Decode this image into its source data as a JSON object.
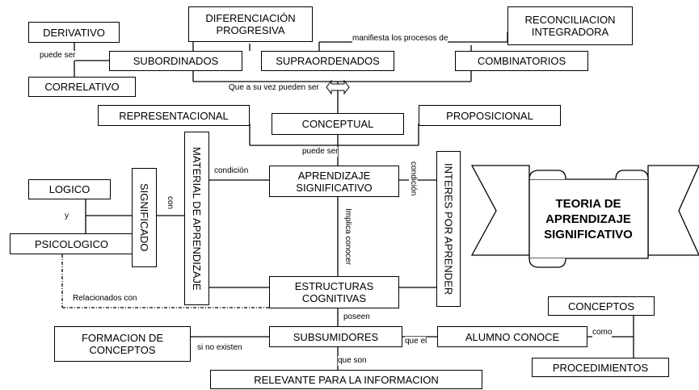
{
  "nodes": {
    "diferenciacion": "DIFERENCIACIÓN\nPROGRESIVA",
    "reconciliacion": "RECONCILIACION\nINTEGRADORA",
    "derivativo": "DERIVATIVO",
    "correlativo": "CORRELATIVO",
    "subordinados": "SUBORDINADOS",
    "supraordenados": "SUPRAORDENADOS",
    "combinatorios": "COMBINATORIOS",
    "representacional": "REPRESENTACIONAL",
    "conceptual": "CONCEPTUAL",
    "proposicional": "PROPOSICIONAL",
    "logico": "LOGICO",
    "psicologico": "PSICOLOGICO",
    "significado": "SIGNIFICADO",
    "material": "MATERIAL DE APRENDIZAJE",
    "aprendizaje": "APRENDIZAJE\nSIGNIFICATIVO",
    "interes": "INTERES POR APRENDER",
    "estructuras": "ESTRUCTURAS\nCOGNITIVAS",
    "formacion": "FORMACION DE\nCONCEPTOS",
    "subsumidores": "SUBSUMIDORES",
    "alumno": "ALUMNO CONOCE",
    "conceptos": "CONCEPTOS",
    "procedimientos": "PROCEDIMIENTOS",
    "relevante": "RELEVANTE PARA LA INFORMACION"
  },
  "labels": {
    "manifiesta": "manifiesta  los procesos de",
    "puede_ser_1": "puede ser",
    "que_a_su_vez": "Que a su vez pueden ser",
    "puede_ser_2": "puede ser",
    "condicion_1": "condición",
    "condicion_2": "condición",
    "con": "con",
    "y": "y",
    "implica": "Implica conocer",
    "relacionados": "Relacionados con",
    "poseen": "poseen",
    "si_no_existen": "si no existen",
    "que_el": "que el",
    "como": "como",
    "que_son": "que son"
  },
  "banner": {
    "title": "TEORIA DE\nAPRENDIZAJE\nSIGNIFICATIVO"
  }
}
